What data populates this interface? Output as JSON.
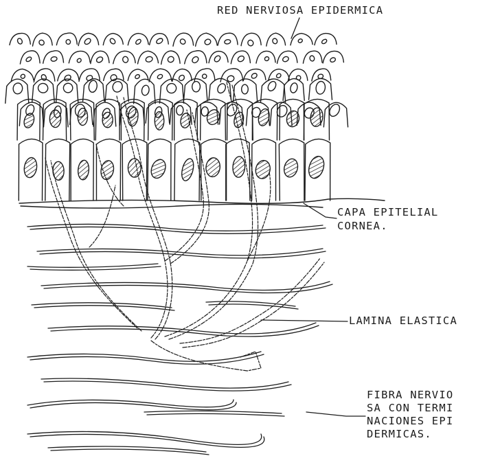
{
  "labels": {
    "red": "RED NERVIOSA EPIDERMICA",
    "capa": [
      "CAPA EPITELIAL",
      "CORNEA."
    ],
    "lamina": "LAMINA ELASTICA",
    "fibra": [
      "FIBRA NERVIO",
      "SA CON TERMI",
      "NACIONES EPI",
      "DERMICAS."
    ]
  },
  "colors": {
    "ink": "#1c1c1c",
    "hatch": "#2a2a2a",
    "paper": "#ffffff"
  }
}
